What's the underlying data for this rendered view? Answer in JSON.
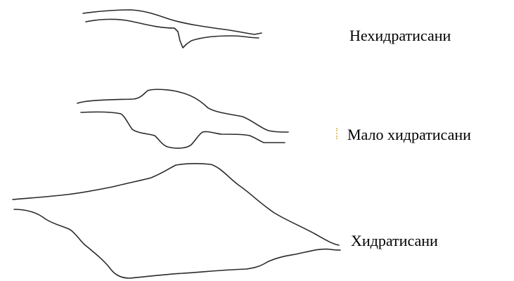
{
  "labels": {
    "unhydrated": "Нехидратисани",
    "slightly_hydrated": "Мало хидратисани",
    "hydrated": "Хидратисани"
  },
  "colors": {
    "outline": "#2a2a2a",
    "background": "#ffffff",
    "marker": "#e8c060"
  }
}
